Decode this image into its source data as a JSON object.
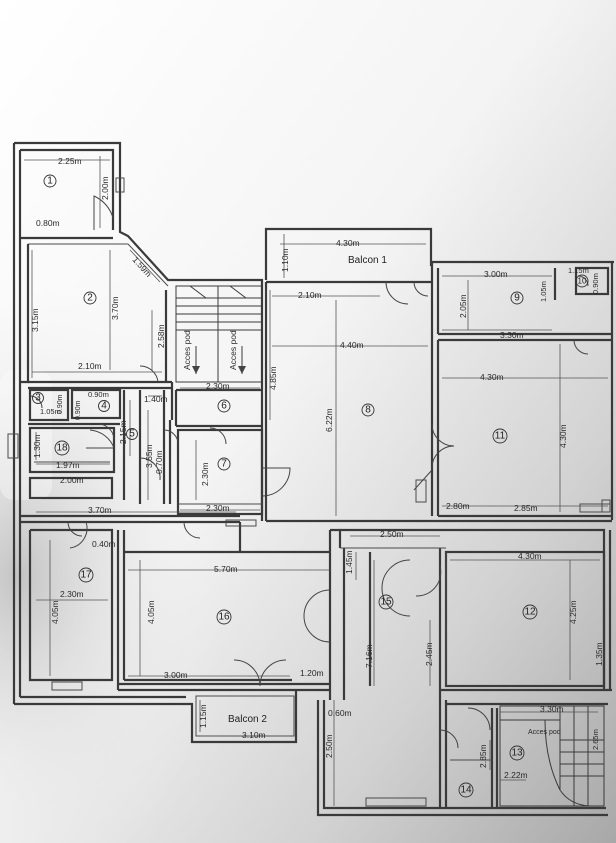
{
  "plan": {
    "balconies": {
      "balcon1": "Balcon 1",
      "balcon2": "Balcon 2"
    },
    "stair_labels": {
      "acces_left": "Acces pod",
      "acces_right": "Acces pod",
      "acces_stair2": "Acces pod"
    },
    "rooms": [
      "1",
      "2",
      "3",
      "4",
      "5",
      "6",
      "7",
      "8",
      "9",
      "10",
      "11",
      "12",
      "13",
      "14",
      "15",
      "16",
      "17",
      "18"
    ],
    "dims": {
      "r1_w": "2.25m",
      "r1_h": "2.00m",
      "r1_door": "0.80m",
      "r2_diag": "1.59m",
      "r2_h1": "3.15m",
      "r2_h2": "3.70m",
      "r2_w": "2.10m",
      "r2_side": "2.58m",
      "r3_h": "0.90m",
      "r3_w": "1.05m",
      "r4_w": "0.90m",
      "r4_h": "0.90m",
      "r5_w": "1.40m",
      "r5_h1": "2.15m",
      "r5_h2": "3.55m",
      "r6_w": "2.30m",
      "r6_h": "4.85m",
      "r7_h": "2.30m",
      "r7_w": "2.30m",
      "r7_small": "0.70m",
      "r18_h": "1.30m",
      "r18_w": "1.97m",
      "r18_low": "2.00m",
      "b1_h": "1.10m",
      "b1_w": "4.30m",
      "r8_w1": "2.10m",
      "r8_w2": "4.40m",
      "r8_h": "6.22m",
      "r9_w": "3.00m",
      "r9_h": "2.05m",
      "r9_w2": "3.30m",
      "r9_h2": "1.05m",
      "r10_w": "1.15m",
      "r10_h": "0.90m",
      "r11_w": "4.30m",
      "r11_h": "4.30m",
      "r11_b1": "2.80m",
      "r11_b2": "2.85m",
      "r17_w0": "3.70m",
      "r17_h0": "0.40m",
      "r17_w": "2.30m",
      "r17_h": "4.05m",
      "r16_w": "5.70m",
      "r16_h": "4.05m",
      "r16_b": "3.00m",
      "r15_w": "2.50m",
      "r15_h1": "1.45m",
      "r15_h": "7.16m",
      "r15_h2": "2.45m",
      "r12_w": "4.30m",
      "r12_h": "4.25m",
      "r12_h2": "1.35m",
      "b2_h": "1.15m",
      "b2_w": "3.10m",
      "b2_side": "1.20m",
      "r15_b1": "0.60m",
      "r15_b2": "2.50m",
      "r13_w": "3.30m",
      "r13_h": "2.65m",
      "r14_h": "2.85m",
      "r14_w": "2.22m"
    }
  }
}
